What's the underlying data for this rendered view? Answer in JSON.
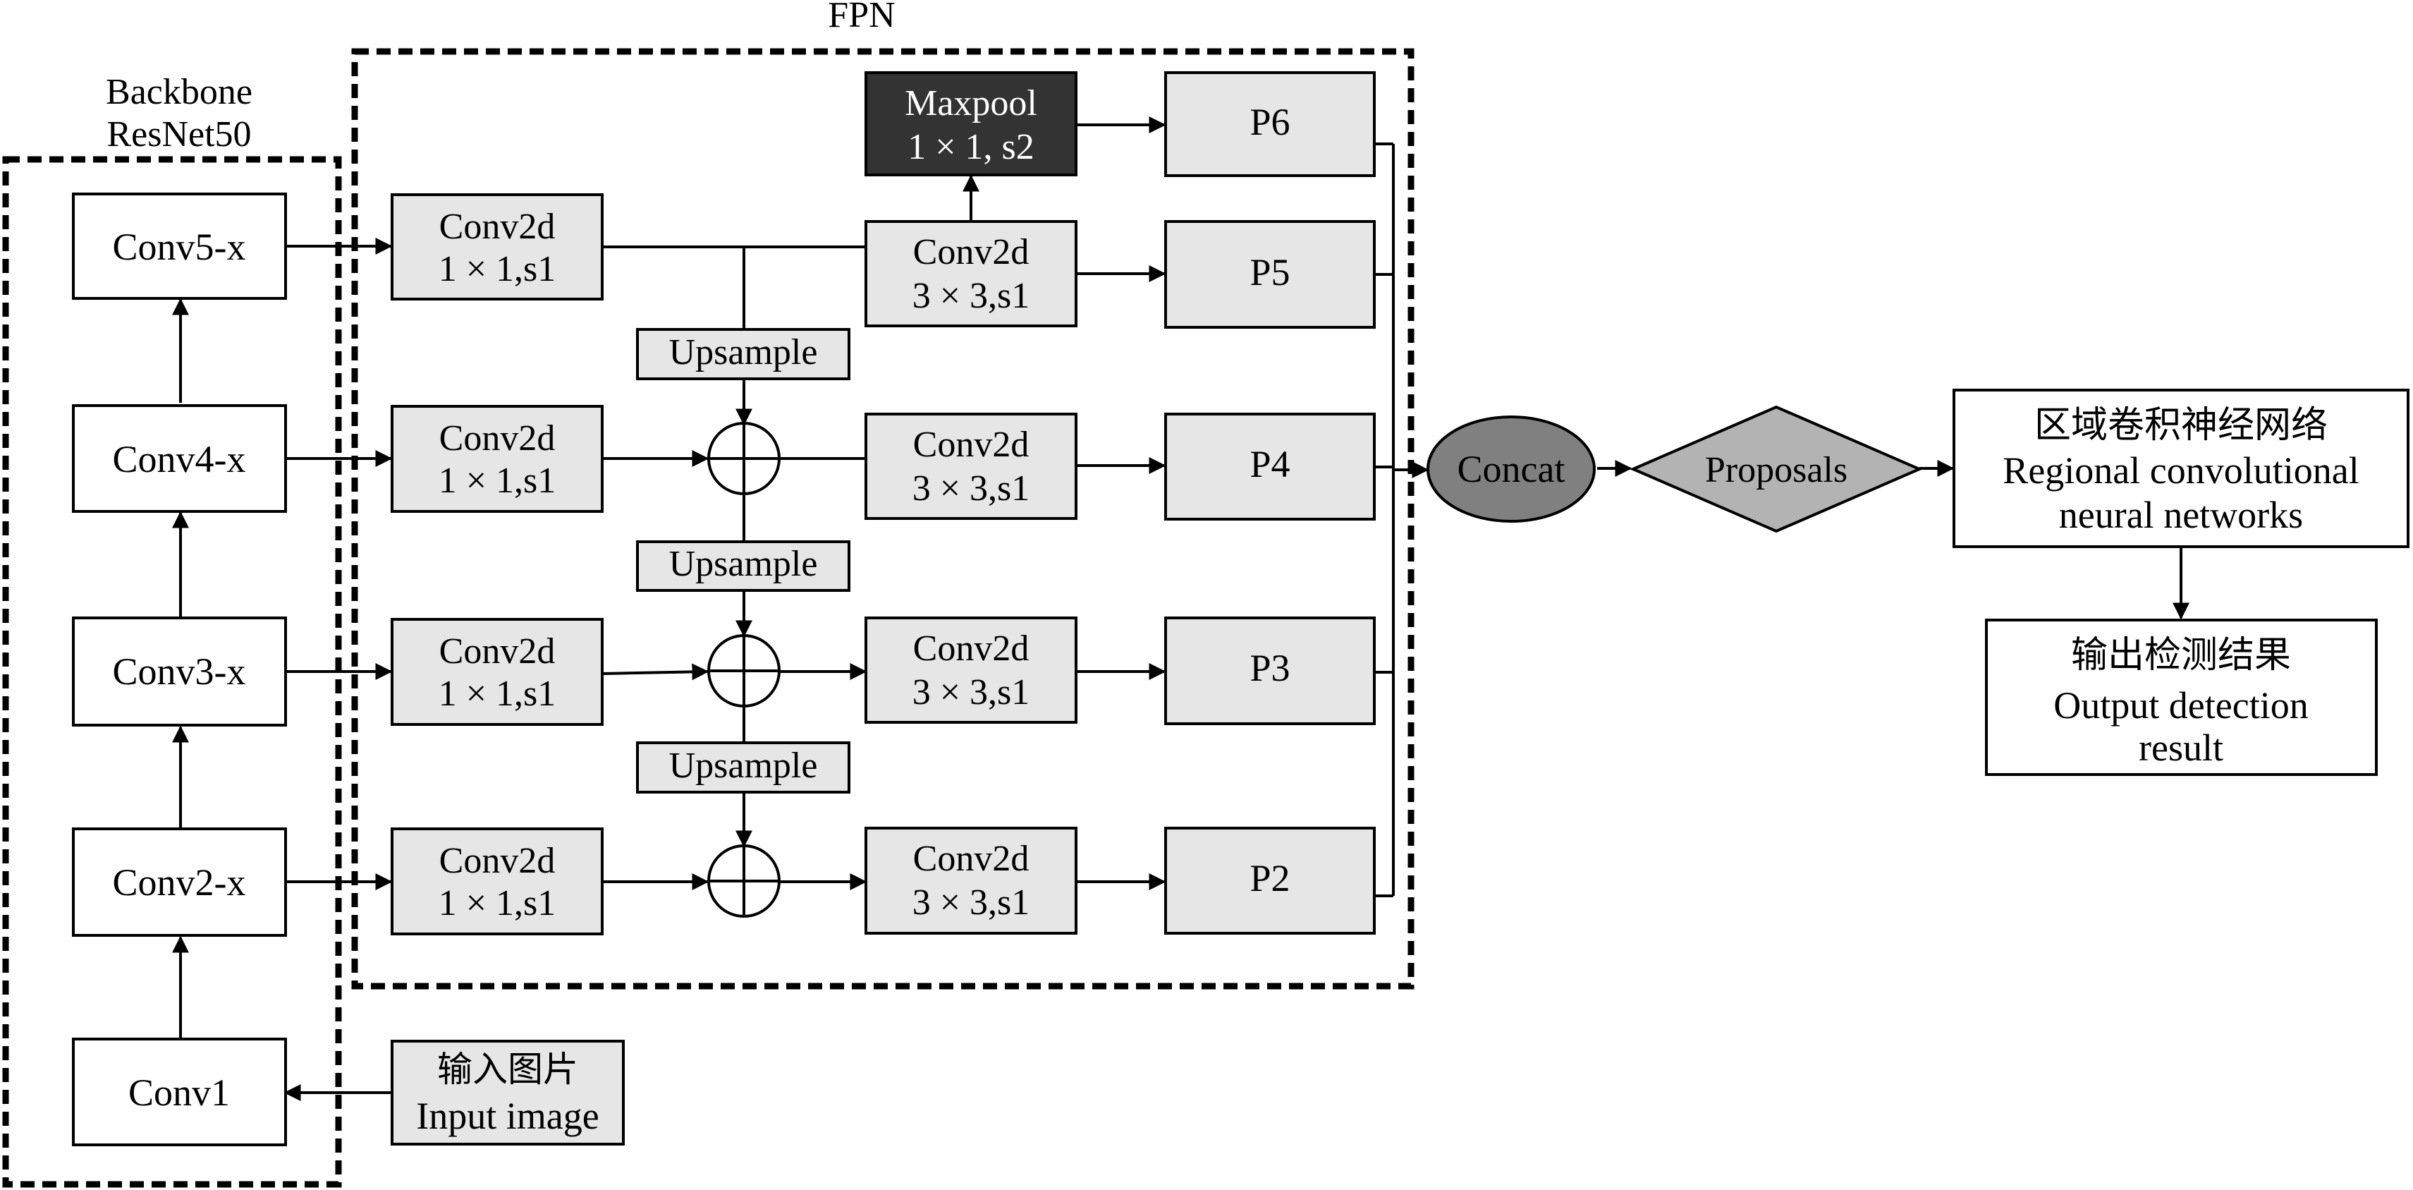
{
  "labels": {
    "fpn": "FPN",
    "backbone_line1": "Backbone",
    "backbone_line2": "ResNet50"
  },
  "backbone": {
    "conv5": "Conv5-x",
    "conv4": "Conv4-x",
    "conv3": "Conv3-x",
    "conv2": "Conv2-x",
    "conv1": "Conv1"
  },
  "input": {
    "cn": "输入图片",
    "en": "Input image"
  },
  "lateral": {
    "line1": "Conv2d",
    "line2": "1 × 1,s1"
  },
  "smooth": {
    "line1": "Conv2d",
    "line2": "3 × 3,s1"
  },
  "maxpool": {
    "line1": "Maxpool",
    "line2": "1 × 1, s2"
  },
  "upsample": "Upsample",
  "outputs": {
    "p6": "P6",
    "p5": "P5",
    "p4": "P4",
    "p3": "P3",
    "p2": "P2"
  },
  "concat": "Concat",
  "proposals": "Proposals",
  "rcnn": {
    "cn": "区域卷积神经网络",
    "en1": "Regional convolutional",
    "en2": "neural networks"
  },
  "result": {
    "cn": "输出检测结果",
    "en1": "Output detection",
    "en2": "result"
  },
  "colors": {
    "box_fill": "#e6e6e6",
    "white_fill": "#ffffff",
    "maxpool_fill": "#333333",
    "concat_fill": "#808080",
    "proposals_fill": "#b3b3b3",
    "stroke": "#000000"
  }
}
